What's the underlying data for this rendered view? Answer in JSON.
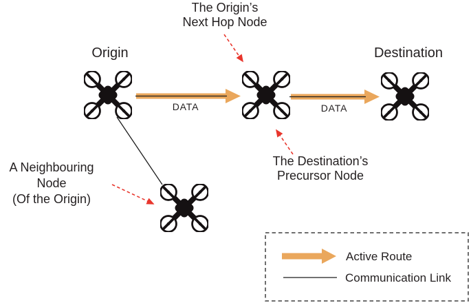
{
  "colors": {
    "active_route_color": "#eaa75c",
    "annotation_arrow_color": "#e8362d",
    "text_color": "#231f20",
    "link_line_color": "#1c1c1c",
    "legend_border_color": "#3f3f3f",
    "drone_color": "#151112"
  },
  "nodes": {
    "origin": {
      "label": "Origin",
      "icon": "drone-icon"
    },
    "next_hop": {
      "icon": "drone-icon"
    },
    "destination": {
      "label": "Destination",
      "icon": "drone-icon"
    },
    "neighbour": {
      "icon": "drone-icon"
    }
  },
  "annotations": {
    "next_hop": {
      "line1": "The Origin’s",
      "line2": "Next Hop Node"
    },
    "precursor": {
      "line1": "The Destination’s",
      "line2": "Precursor Node"
    },
    "neighbour": {
      "line1": "A Neighbouring",
      "line2": "Node",
      "line3": "(Of the Origin)"
    }
  },
  "links": {
    "origin_to_next_hop": {
      "label": "DATA",
      "type": "active-route-over-communication-link"
    },
    "next_hop_to_destination": {
      "label": "DATA",
      "type": "active-route-over-communication-link"
    },
    "origin_to_neighbour": {
      "type": "communication-link"
    }
  },
  "legend": {
    "items": [
      {
        "label": "Active Route",
        "symbol": "orange-arrow"
      },
      {
        "label": "Communication Link",
        "symbol": "thin-black-line"
      }
    ]
  }
}
